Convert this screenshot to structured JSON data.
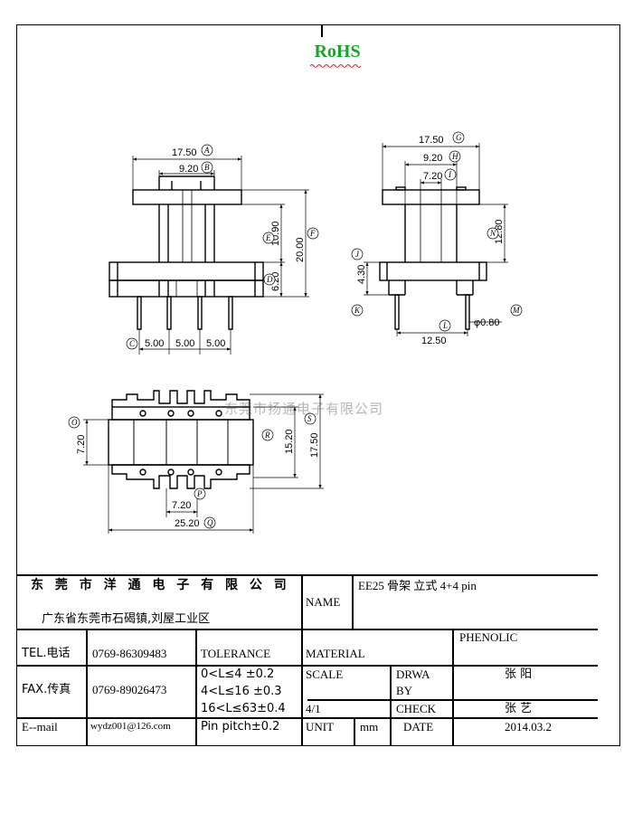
{
  "header": {
    "rohs": "RoHS"
  },
  "watermark": "东莞市扬通电子有限公司",
  "front_view": {
    "dims": {
      "a": "17.50",
      "b": "9.20",
      "e": "10.90",
      "f": "20.00",
      "d": "6.20",
      "pitch1": "5.00",
      "pitch2": "5.00",
      "pitch3": "5.00"
    },
    "bubbles": {
      "a": "A",
      "b": "B",
      "e": "E",
      "f": "F",
      "d": "D",
      "c": "C"
    }
  },
  "side_view": {
    "dims": {
      "g": "17.50",
      "h": "9.20",
      "i": "7.20",
      "n": "12.80",
      "j": "4.30",
      "l": "12.50",
      "m": "φ0.80"
    },
    "bubbles": {
      "g": "G",
      "h": "H",
      "i": "I",
      "n": "N",
      "j": "J",
      "k": "K",
      "l": "L",
      "m": "M"
    }
  },
  "top_view": {
    "dims": {
      "o": "7.20",
      "r": "15.20",
      "s": "17.50",
      "p": "7.20",
      "q": "25.20"
    },
    "bubbles": {
      "o": "O",
      "r": "R",
      "s": "S",
      "p": "P",
      "q": "Q"
    }
  },
  "title_block": {
    "company_name": "东 莞 市 洋 通 电 子 有 限 公 司",
    "address": "广东省东莞市石碣镇,刘屋工业区",
    "name_label": "NAME",
    "name_value": "EE25 骨架   立式   4+4 pin",
    "tel_label": "TEL.电话",
    "tel_value": "0769-86309483",
    "fax_label": "FAX.传真",
    "fax_value": "0769-89026473",
    "email_label": "E--mail",
    "email_value": "wydz001@126.com",
    "tolerance_label": "TOLERANCE",
    "tol_1": "0<L≤4    ±0.2",
    "tol_2": "4<L≤16  ±0.3",
    "tol_3": "16<L≤63±0.4",
    "tol_4": "Pin pitch±0.2",
    "material_label": "MATERIAL",
    "material_value": "PHENOLIC",
    "scale_label": "SCALE",
    "scale_value": "4/1",
    "drawn_by_label_1": "DRWA",
    "drawn_by_label_2": "BY",
    "drawn_by_value": "张  阳",
    "check_label": "CHECK",
    "check_value": "张  艺",
    "unit_label": "UNIT",
    "unit_value": "mm",
    "date_label": "DATE",
    "date_value": "2014.03.2"
  }
}
